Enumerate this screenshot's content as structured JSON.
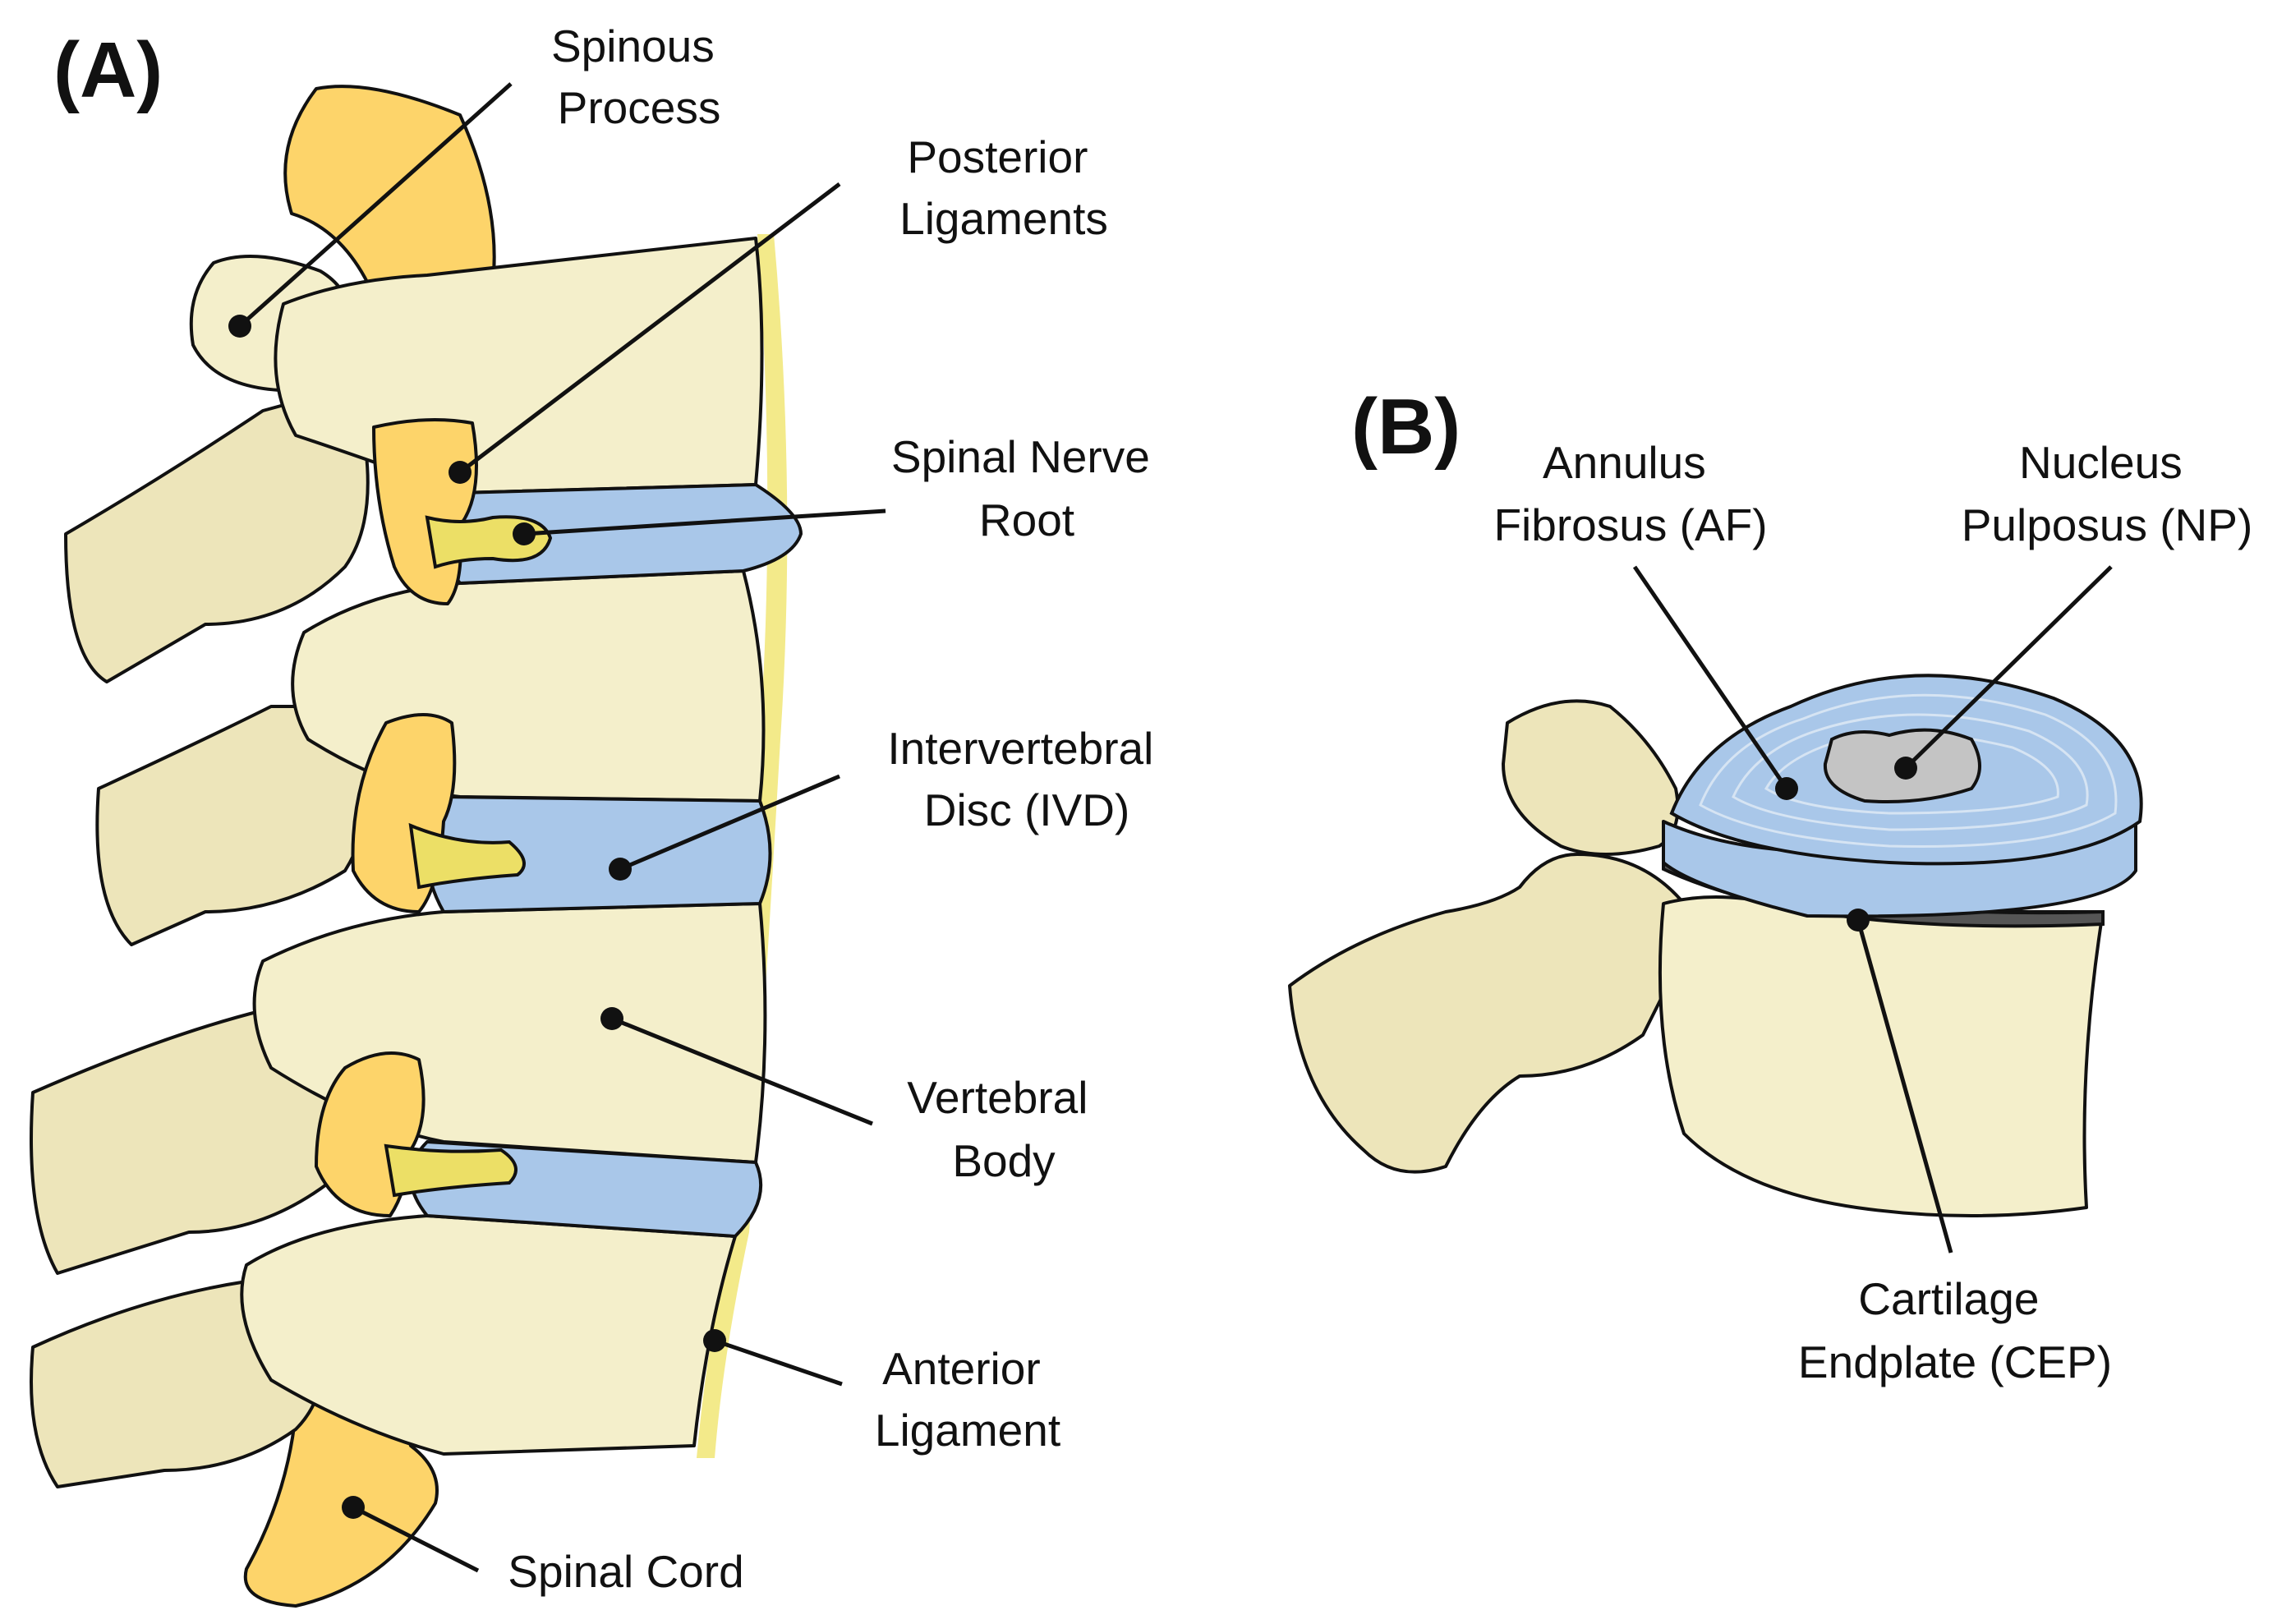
{
  "panels": {
    "a": "(A)",
    "b": "(B)"
  },
  "labels_a": {
    "spinous_process": [
      "Spinous",
      "Process"
    ],
    "posterior_ligaments": [
      "Posterior",
      "Ligaments"
    ],
    "spinal_nerve_root": [
      "Spinal Nerve",
      "Root"
    ],
    "intervertebral_disc": [
      "Intervertebral",
      "Disc (IVD)"
    ],
    "vertebral_body": [
      "Vertebral",
      "Body"
    ],
    "anterior_ligament": [
      "Anterior",
      "Ligament"
    ],
    "spinal_cord": [
      "Spinal Cord"
    ]
  },
  "labels_b": {
    "annulus_fibrosus": [
      "Annulus",
      "Fibrosus (AF)"
    ],
    "nucleus_pulposus": [
      "Nucleus",
      "Pulposus (NP)"
    ],
    "cartilage_endplate": [
      "Cartilage",
      "Endplate (CEP)"
    ]
  },
  "colors": {
    "bone": "#f4efcb",
    "spinal_cord": "#fdd46a",
    "nerve_root": "#ecdf66",
    "disc": "#a9c7e9",
    "nucleus": "#c4c4c4",
    "ligament": "#f3ea8a"
  }
}
